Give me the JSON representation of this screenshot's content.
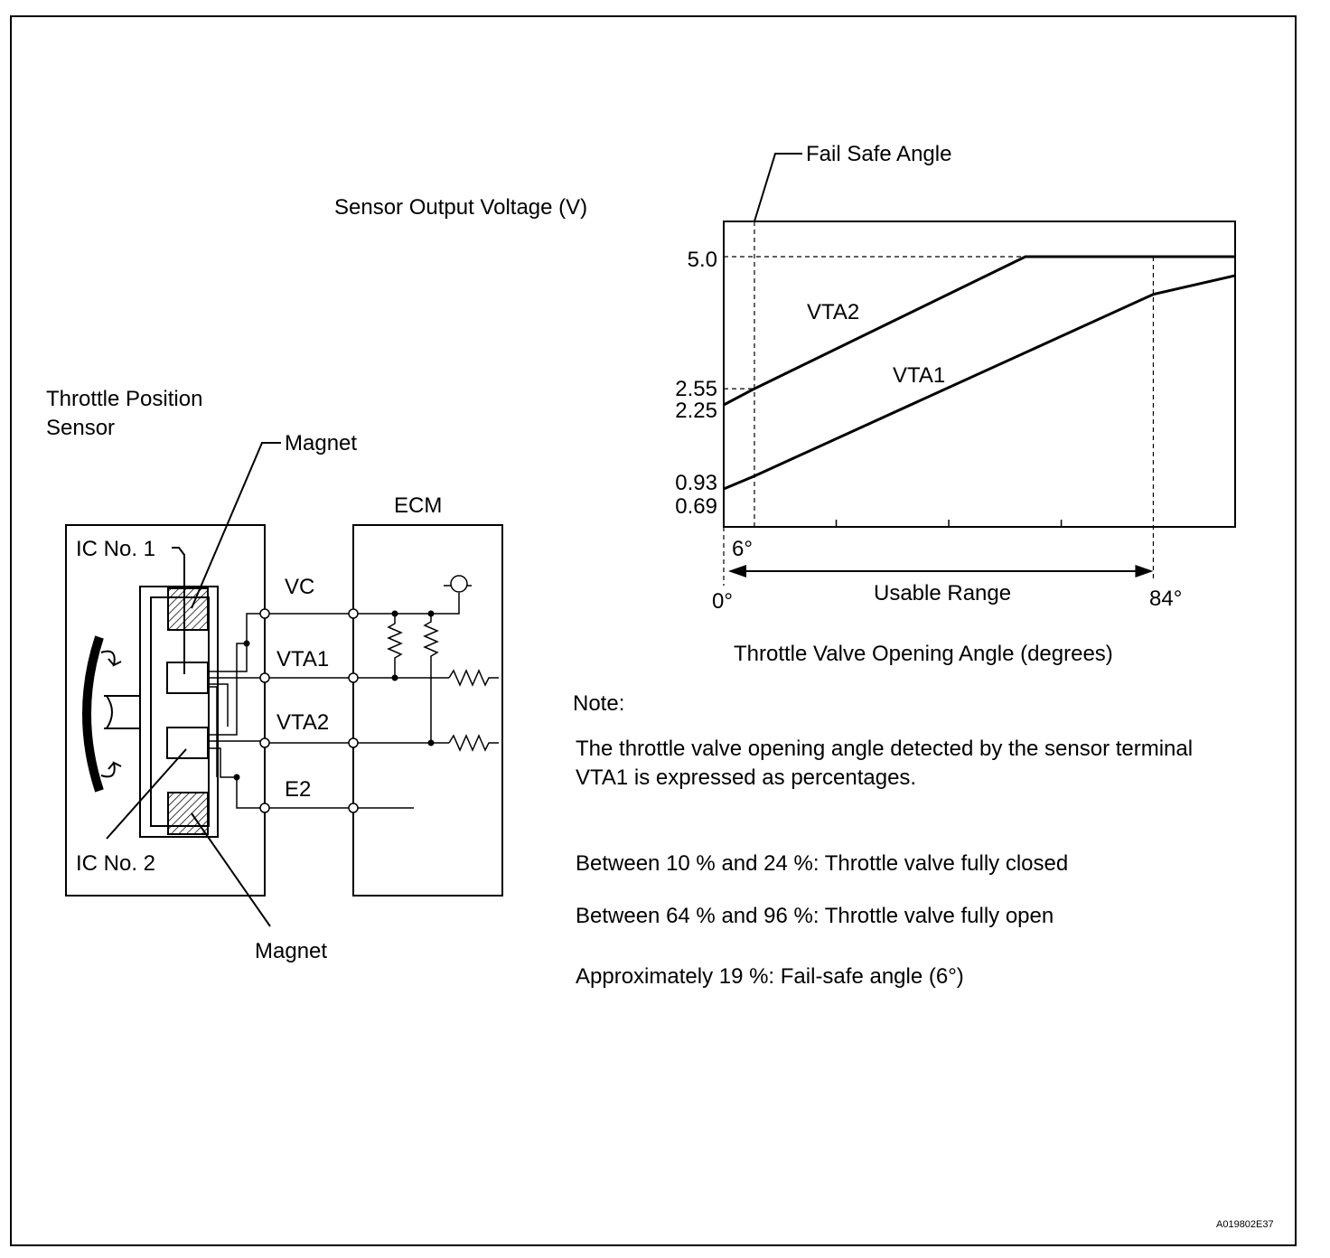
{
  "sensor": {
    "title_line1": "Throttle Position",
    "title_line2": "Sensor",
    "magnet_top": "Magnet",
    "magnet_bottom": "Magnet",
    "ic1": "IC No. 1",
    "ic2": "IC No. 2"
  },
  "ecm": {
    "label": "ECM"
  },
  "terminals": {
    "vc": "VC",
    "vta1": "VTA1",
    "vta2": "VTA2",
    "e2": "E2"
  },
  "chart_data": {
    "type": "line",
    "ylabel": "Sensor Output Voltage (V)",
    "xlabel": "Throttle Valve Opening Angle (degrees)",
    "fail_safe_label": "Fail Safe Angle",
    "usable_range_label": "Usable Range",
    "x_range": [
      0,
      100
    ],
    "y_ticks": [
      "5.0",
      "2.55",
      "2.25",
      "0.93",
      "0.69"
    ],
    "x_tick_labels": {
      "zero": "0°",
      "fail_safe": "6°",
      "usable_end": "84°"
    },
    "fail_safe_angle": 6,
    "usable_range": [
      0,
      84
    ],
    "series": [
      {
        "name": "VTA2",
        "x": [
          0,
          6,
          59,
          100
        ],
        "y": [
          2.25,
          2.55,
          5.0,
          5.0
        ]
      },
      {
        "name": "VTA1",
        "x": [
          0,
          6,
          84,
          100
        ],
        "y": [
          0.69,
          0.93,
          4.3,
          4.65
        ]
      }
    ]
  },
  "note": {
    "heading": "Note:",
    "line1": "The throttle valve opening angle detected by the sensor terminal",
    "line2": "VTA1 is expressed as percentages.",
    "item1": "Between 10 % and 24 %: Throttle valve fully closed",
    "item2": "Between 64 % and 96 %: Throttle valve fully open",
    "item3": "Approximately 19 %: Fail-safe angle (6°)"
  },
  "ref_code": "A019802E37"
}
